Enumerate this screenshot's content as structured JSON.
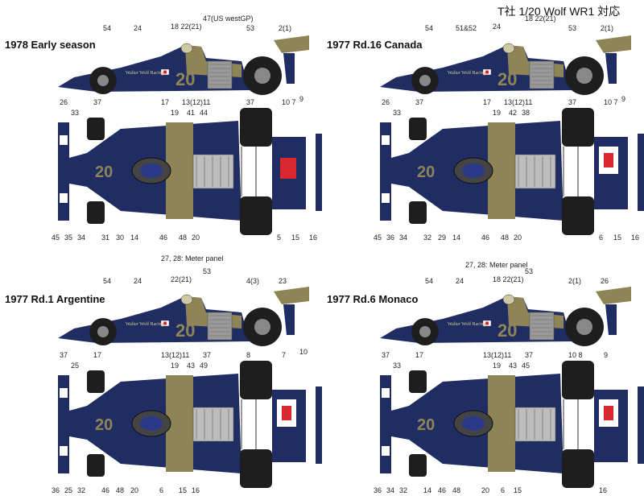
{
  "header": "T社 1/20 Wolf WR1 対応",
  "colors": {
    "blue": "#1f2d63",
    "gold": "#8f8455",
    "tyre": "#1e1e1e",
    "red": "#d8282d"
  },
  "panels": [
    {
      "title": "1978 Early season",
      "note": "",
      "side_text": "Walter Wolf Racing",
      "number": "20",
      "side_labels": [
        {
          "t": "54"
        },
        {
          "t": "24"
        },
        {
          "t": "18 22(21)"
        },
        {
          "t": "47(US westGP)"
        },
        {
          "t": "53"
        },
        {
          "t": "2(1)"
        },
        {
          "t": "26"
        },
        {
          "t": "37"
        },
        {
          "t": "17"
        },
        {
          "t": "13(12)"
        },
        {
          "t": "11"
        },
        {
          "t": "37"
        },
        {
          "t": "10 7"
        },
        {
          "t": "9"
        }
      ],
      "top_labels": [
        {
          "t": "33"
        },
        {
          "t": "19"
        },
        {
          "t": "41"
        },
        {
          "t": "44"
        },
        {
          "t": "45"
        },
        {
          "t": "35"
        },
        {
          "t": "34"
        },
        {
          "t": "31"
        },
        {
          "t": "30"
        },
        {
          "t": "14"
        },
        {
          "t": "46"
        },
        {
          "t": "48"
        },
        {
          "t": "20"
        },
        {
          "t": "5"
        },
        {
          "t": "15"
        },
        {
          "t": "16"
        }
      ]
    },
    {
      "title": "1977 Rd.16 Canada",
      "note": "",
      "side_text": "Walter Wolf Racing",
      "number": "20",
      "side_labels": [
        {
          "t": "54"
        },
        {
          "t": "51&52"
        },
        {
          "t": "24"
        },
        {
          "t": "18 22(21)"
        },
        {
          "t": "53"
        },
        {
          "t": "2(1)"
        },
        {
          "t": "26"
        },
        {
          "t": "37"
        },
        {
          "t": "17"
        },
        {
          "t": "13(12)"
        },
        {
          "t": "11"
        },
        {
          "t": "37"
        },
        {
          "t": "10 7"
        },
        {
          "t": "9"
        }
      ],
      "top_labels": [
        {
          "t": "33"
        },
        {
          "t": "19"
        },
        {
          "t": "42"
        },
        {
          "t": "38"
        },
        {
          "t": "45"
        },
        {
          "t": "36"
        },
        {
          "t": "34"
        },
        {
          "t": "32"
        },
        {
          "t": "29"
        },
        {
          "t": "14"
        },
        {
          "t": "46"
        },
        {
          "t": "48"
        },
        {
          "t": "20"
        },
        {
          "t": "6"
        },
        {
          "t": "15"
        },
        {
          "t": "16"
        }
      ]
    },
    {
      "title": "1977 Rd.1 Argentine",
      "note": "27, 28: Meter panel",
      "side_text": "Walter Wolf Racing",
      "number": "20",
      "side_labels": [
        {
          "t": "54"
        },
        {
          "t": "24"
        },
        {
          "t": "22(21)"
        },
        {
          "t": "53"
        },
        {
          "t": "4(3)"
        },
        {
          "t": "23"
        },
        {
          "t": "37"
        },
        {
          "t": "17"
        },
        {
          "t": "13(12)"
        },
        {
          "t": "11"
        },
        {
          "t": "37"
        },
        {
          "t": "8"
        },
        {
          "t": "7"
        },
        {
          "t": "10"
        }
      ],
      "top_labels": [
        {
          "t": "25"
        },
        {
          "t": "19"
        },
        {
          "t": "43"
        },
        {
          "t": "49"
        },
        {
          "t": "36"
        },
        {
          "t": "25"
        },
        {
          "t": "32"
        },
        {
          "t": "46"
        },
        {
          "t": "48"
        },
        {
          "t": "20"
        },
        {
          "t": "6"
        },
        {
          "t": "15"
        },
        {
          "t": "16"
        }
      ]
    },
    {
      "title": "1977 Rd.6 Monaco",
      "note": "27, 28: Meter panel",
      "side_text": "Walter Wolf Racing",
      "number": "20",
      "side_labels": [
        {
          "t": "54"
        },
        {
          "t": "24"
        },
        {
          "t": "18 22(21)"
        },
        {
          "t": "53"
        },
        {
          "t": "2(1)"
        },
        {
          "t": "26"
        },
        {
          "t": "37"
        },
        {
          "t": "17"
        },
        {
          "t": "13(12)"
        },
        {
          "t": "11"
        },
        {
          "t": "37"
        },
        {
          "t": "10 8"
        },
        {
          "t": "9"
        }
      ],
      "top_labels": [
        {
          "t": "33"
        },
        {
          "t": "19"
        },
        {
          "t": "43"
        },
        {
          "t": "45"
        },
        {
          "t": "36"
        },
        {
          "t": "34"
        },
        {
          "t": "32"
        },
        {
          "t": "14"
        },
        {
          "t": "46"
        },
        {
          "t": "48"
        },
        {
          "t": "20"
        },
        {
          "t": "6"
        },
        {
          "t": "15"
        },
        {
          "t": "16"
        }
      ]
    }
  ]
}
